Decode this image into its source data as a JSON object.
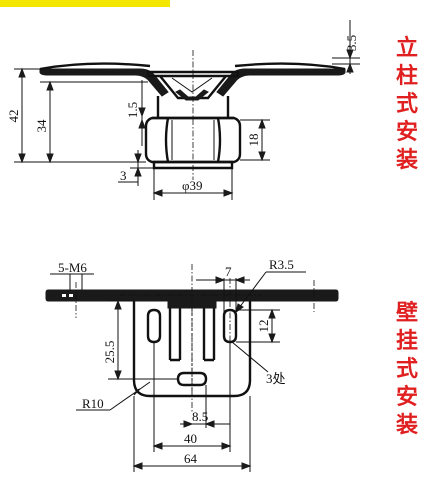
{
  "colors": {
    "line": "#111111",
    "caption": "#e02020",
    "highlight": "#f3e600"
  },
  "pillar_view": {
    "caption": [
      "立",
      "柱",
      "式",
      "安",
      "装"
    ],
    "dims": {
      "top_gap": "3.5",
      "overall_height": "42",
      "height_34": "34",
      "offset_1_5": "1.5",
      "nut_height": "18",
      "base_3": "3",
      "diameter": "φ39"
    }
  },
  "wall_view": {
    "caption": [
      "壁",
      "挂",
      "式",
      "安",
      "装"
    ],
    "dims": {
      "screw": "5-M6",
      "slot_width": "7",
      "slot_radius": "R3.5",
      "slot_length": "12",
      "slot_count": "3处",
      "height_25_5": "25.5",
      "corner_radius": "R10",
      "offset_8_5": "8.5",
      "spacing_40": "40",
      "width_64": "64"
    }
  }
}
